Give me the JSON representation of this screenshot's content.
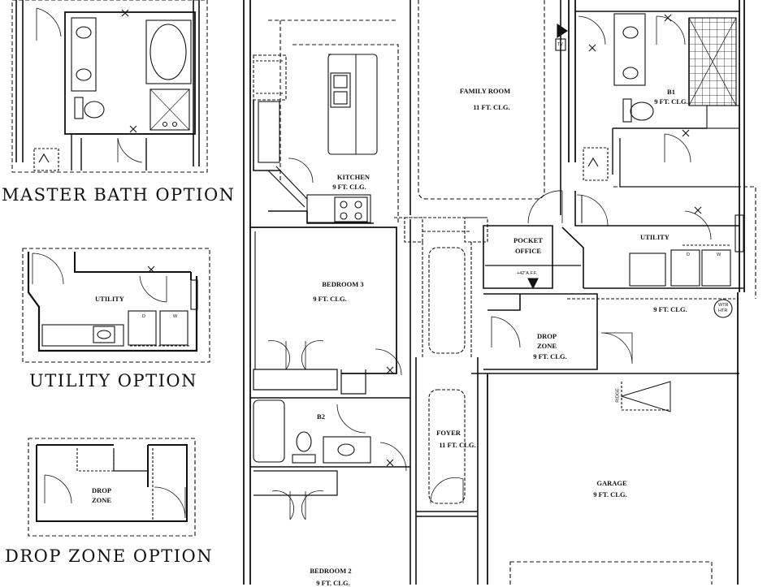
{
  "options": {
    "master_bath": "MASTER BATH OPTION",
    "utility": "UTILITY OPTION",
    "drop_zone": "DROP ZONE OPTION"
  },
  "option_rooms": {
    "utility": "UTILITY",
    "drop_zone_line1": "DROP",
    "drop_zone_line2": "ZONE"
  },
  "rooms": {
    "kitchen": {
      "name": "KITCHEN",
      "ceiling": "9 FT. CLG."
    },
    "family_room": {
      "name": "FAMILY ROOM",
      "ceiling": "11 FT. CLG."
    },
    "b1": {
      "name": "B1",
      "ceiling": "9 FT. CLG."
    },
    "pocket_office": {
      "line1": "POCKET",
      "line2": "OFFICE",
      "note": "+42\"A.F.F."
    },
    "utility": {
      "name": "UTILITY",
      "ceiling": "9 FT. CLG."
    },
    "bedroom3": {
      "name": "BEDROOM 3",
      "ceiling": "9 FT. CLG."
    },
    "drop_zone": {
      "line1": "DROP",
      "line2": "ZONE",
      "ceiling": "9 FT. CLG."
    },
    "b2": {
      "name": "B2"
    },
    "foyer": {
      "name": "FOYER",
      "ceiling": "11 FT. CLG."
    },
    "garage": {
      "name": "GARAGE",
      "ceiling": "9 FT. CLG."
    },
    "bedroom2": {
      "name": "BEDROOM 2",
      "ceiling": "9 FT. CLG."
    }
  },
  "symbols": {
    "tv": "TV",
    "wtr_htr_line1": "WTR",
    "wtr_htr_line2": "HTR",
    "ridge": "RIDGE",
    "dryer": "D",
    "washer": "W"
  },
  "colors": {
    "line": "#111111",
    "background": "#ffffff"
  }
}
